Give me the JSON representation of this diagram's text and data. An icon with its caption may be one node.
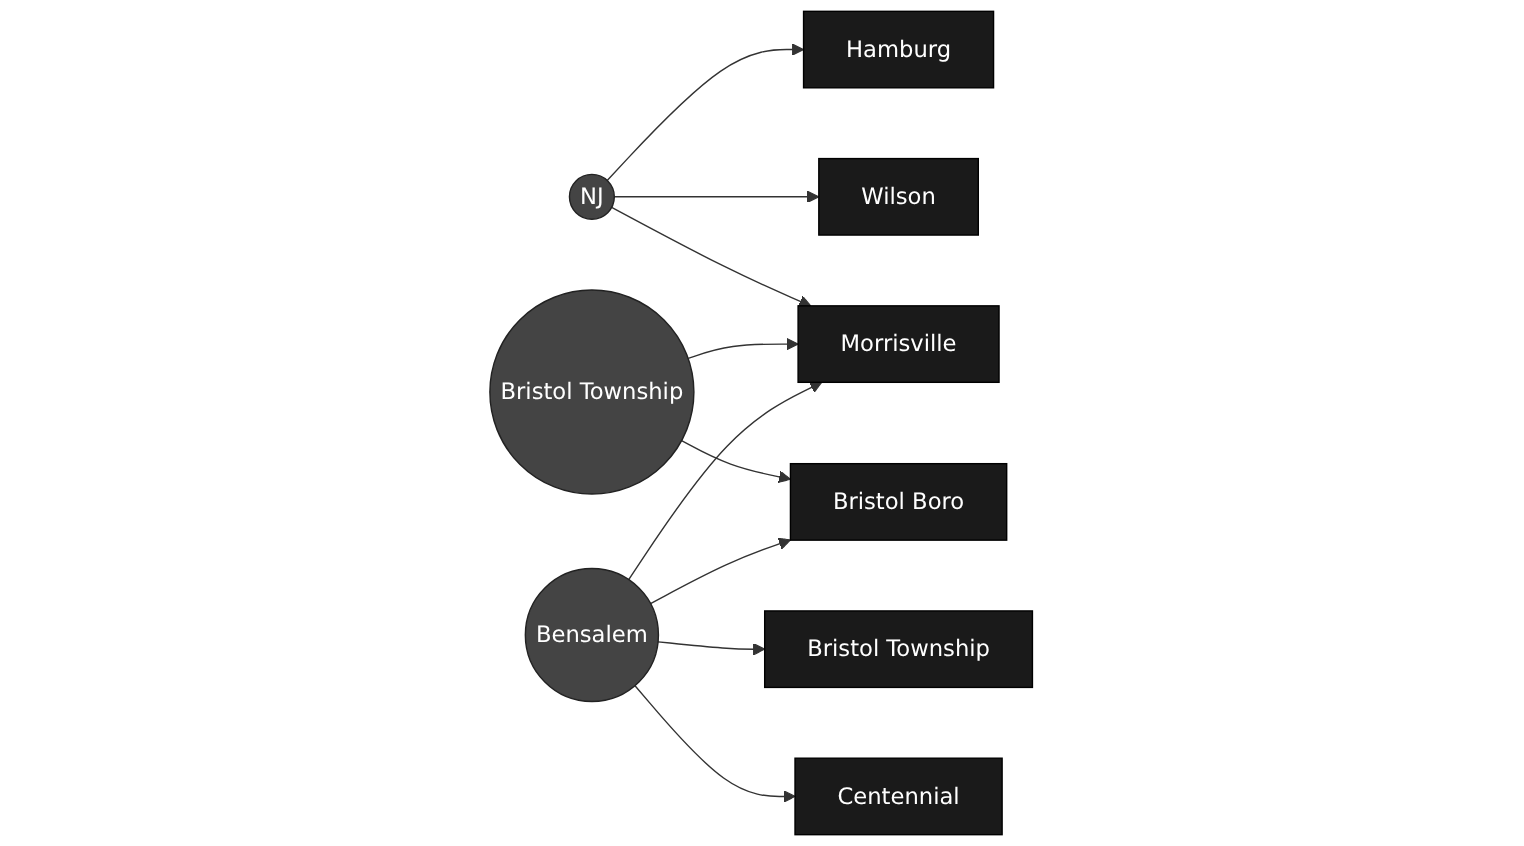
{
  "diagram": {
    "nodes": [
      {
        "text": [
          "Hamburg"
        ]
      },
      {
        "text": [
          "Wilson"
        ]
      },
      {
        "text": [
          "Morrisville"
        ]
      },
      {
        "text": [
          "NJ"
        ]
      },
      {
        "text": [
          "Bristol Township"
        ]
      },
      {
        "text": [
          "Bristol Township"
        ]
      },
      {
        "text": [
          "Bristol Boro"
        ]
      },
      {
        "text": [
          "Bensalem"
        ]
      },
      {
        "text": [
          "Centennial"
        ]
      }
    ],
    "edges": [
      {
        "from": 3,
        "to": 0,
        "arrow": "to"
      },
      {
        "from": 3,
        "to": 1,
        "arrow": "to"
      },
      {
        "from": 3,
        "to": 2,
        "arrow": "to"
      },
      {
        "from": 4,
        "to": 2,
        "arrow": "to"
      },
      {
        "from": 4,
        "to": 6,
        "arrow": "to"
      },
      {
        "from": 7,
        "to": 5,
        "arrow": "to"
      },
      {
        "from": 7,
        "to": 2,
        "arrow": "to"
      },
      {
        "from": 7,
        "to": 6,
        "arrow": "to"
      },
      {
        "from": 7,
        "to": 8,
        "arrow": "to"
      }
    ]
  }
}
